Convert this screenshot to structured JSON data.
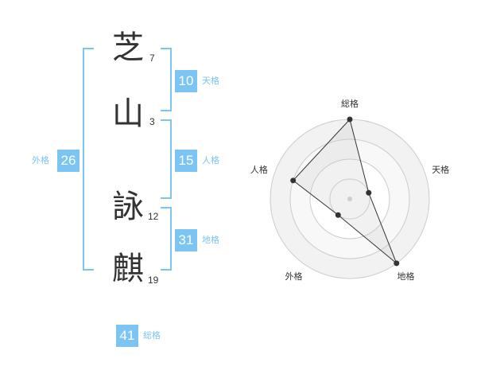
{
  "name": {
    "chars": [
      {
        "char": "芝",
        "strokes": "7"
      },
      {
        "char": "山",
        "strokes": "3"
      },
      {
        "char": "詠",
        "strokes": "12"
      },
      {
        "char": "麒",
        "strokes": "19"
      }
    ]
  },
  "kakusu": {
    "tenkaku": {
      "value": "10",
      "label": "天格"
    },
    "jinkaku": {
      "value": "15",
      "label": "人格"
    },
    "chikaku": {
      "value": "31",
      "label": "地格"
    },
    "gaikaku": {
      "value": "26",
      "label": "外格"
    },
    "soukaku": {
      "value": "41",
      "label": "総格"
    }
  },
  "accent_color": "#7cc4f2",
  "chart_data": {
    "type": "radar",
    "axes": [
      "総格",
      "天格",
      "地格",
      "外格",
      "人格"
    ],
    "values": [
      4,
      1,
      4,
      1,
      3
    ],
    "max": 4,
    "rings": 4,
    "grid": true
  }
}
